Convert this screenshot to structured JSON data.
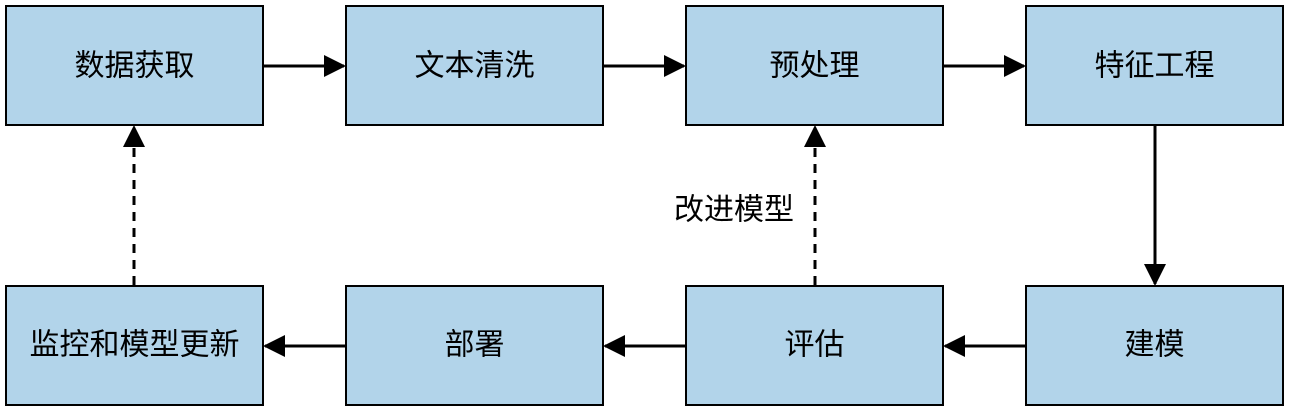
{
  "nodes": {
    "data_acquisition": "数据获取",
    "text_cleaning": "文本清洗",
    "preprocessing": "预处理",
    "feature_engineering": "特征工程",
    "monitoring_update": "监控和模型更新",
    "deployment": "部署",
    "evaluation": "评估",
    "modeling": "建模"
  },
  "edges": {
    "improve_model_label": "改进模型"
  },
  "colors": {
    "node_fill": "#b2d4ea",
    "stroke": "#000000"
  }
}
